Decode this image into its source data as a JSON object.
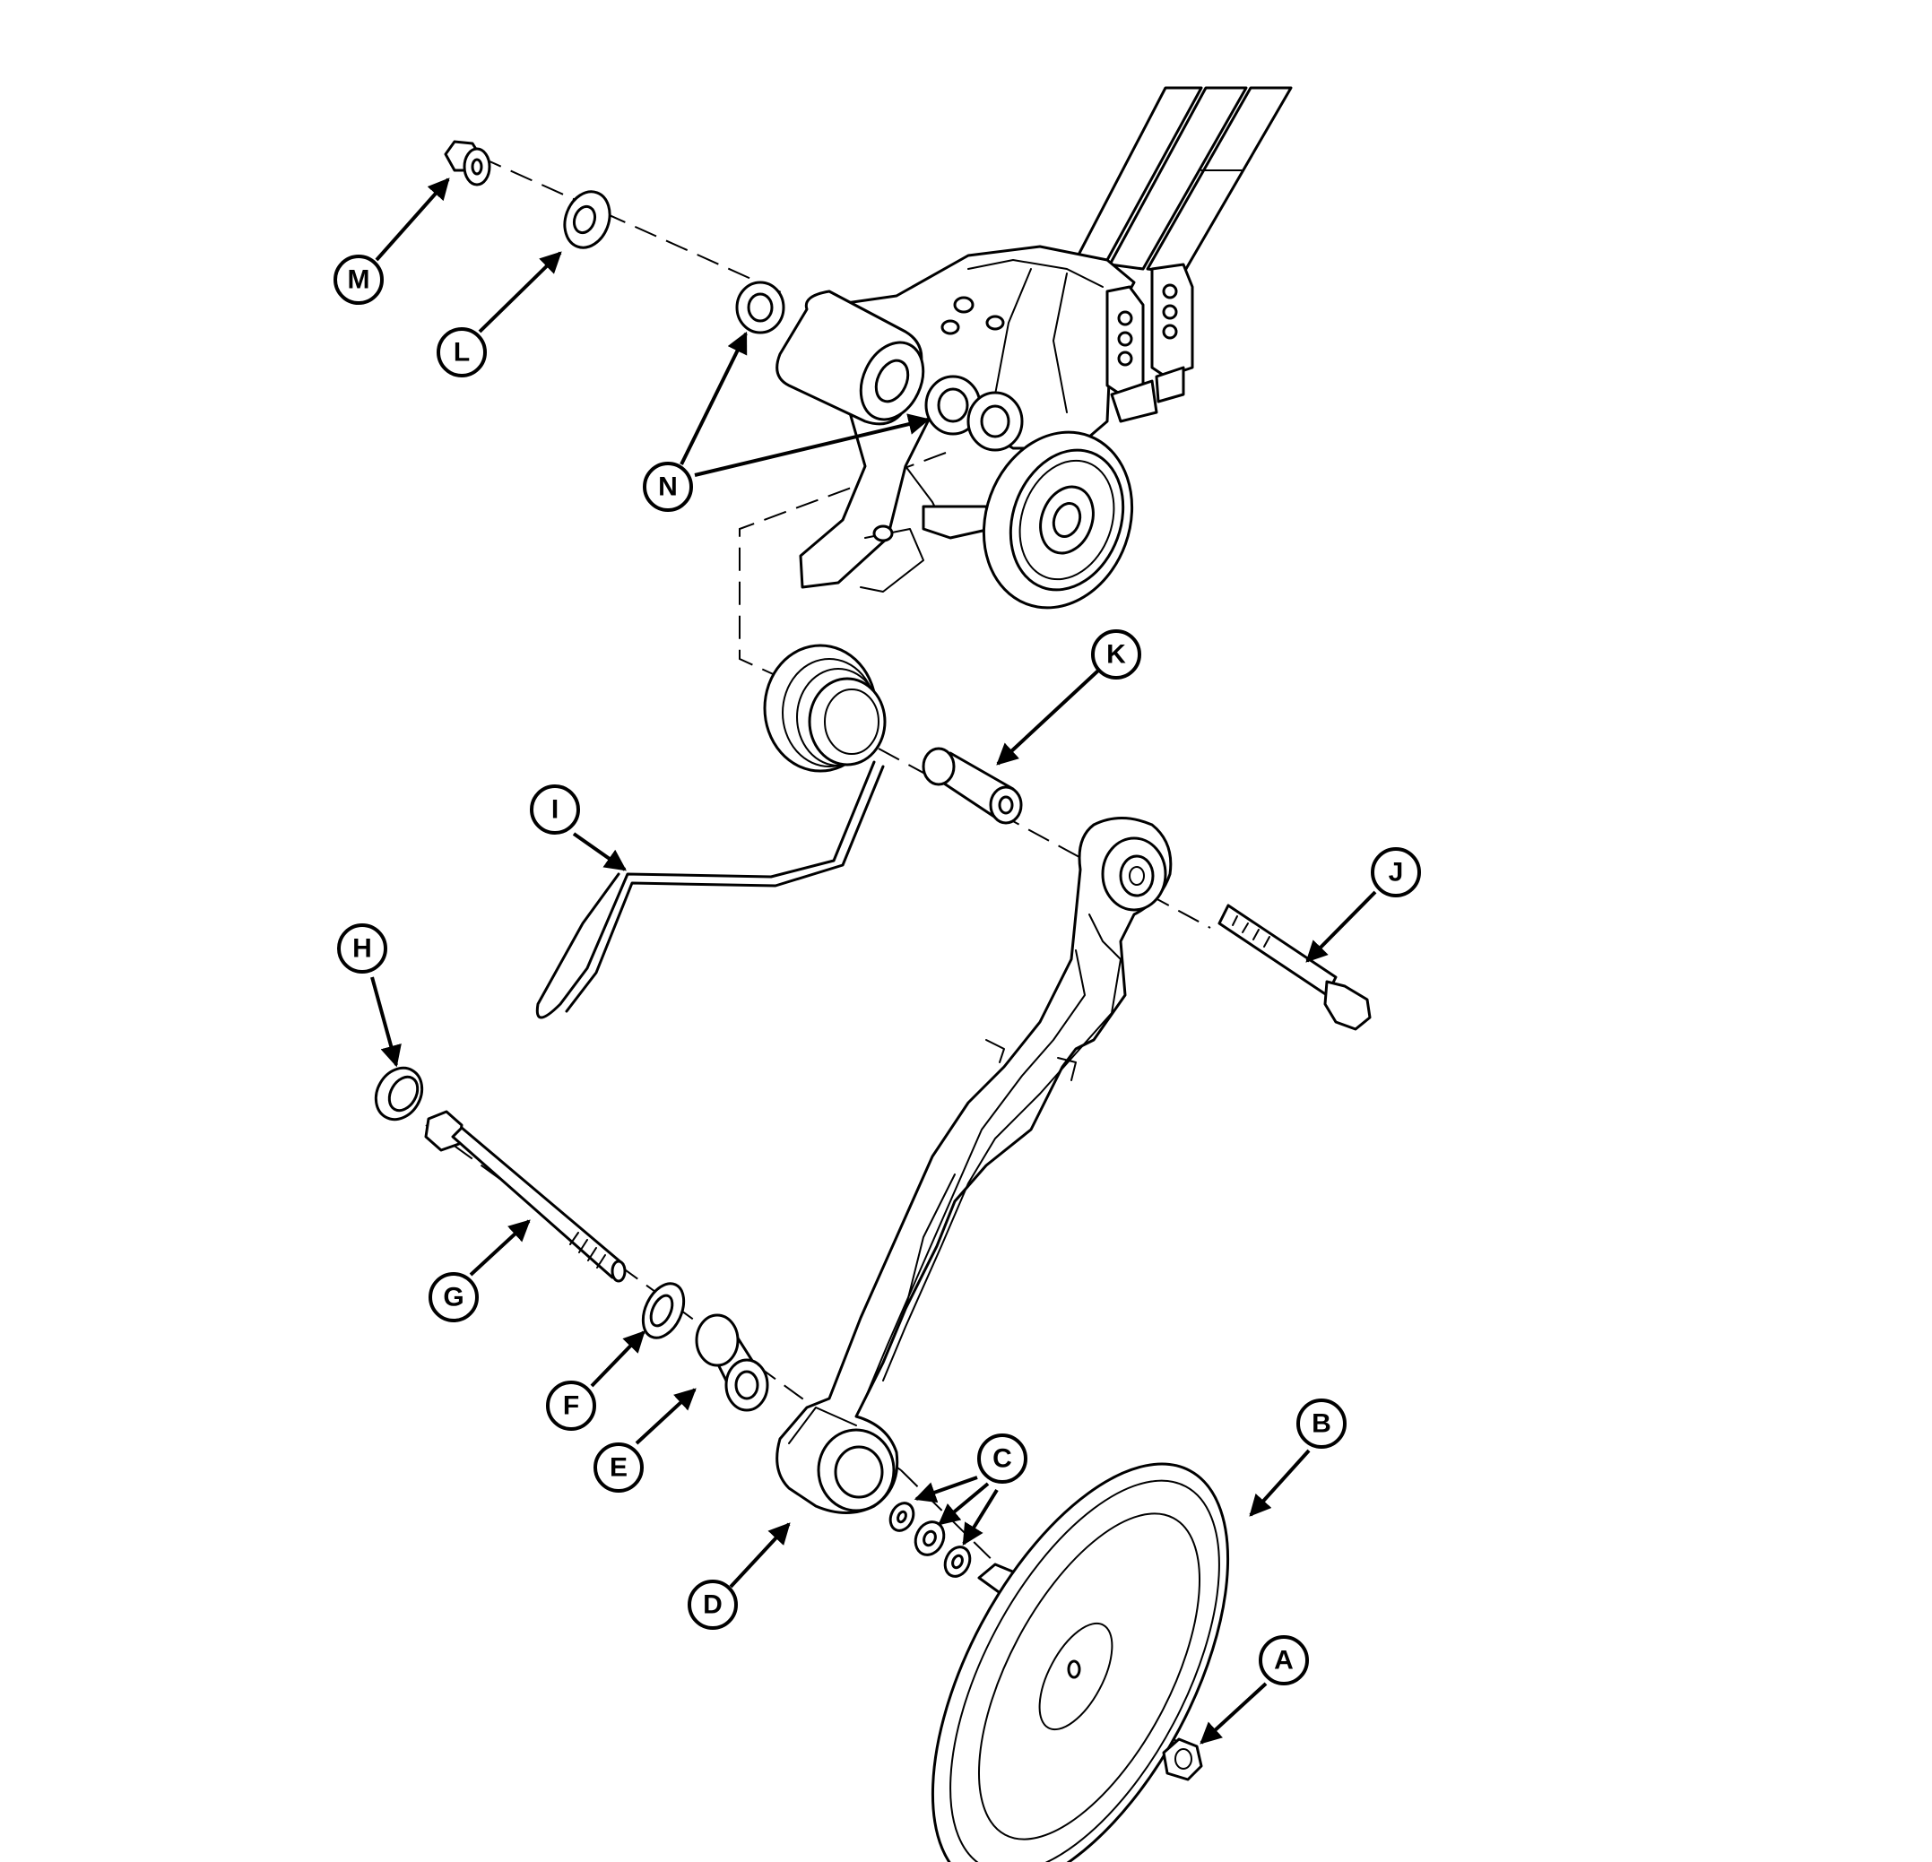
{
  "callouts": {
    "a": "A",
    "b": "B",
    "c": "C",
    "d": "D",
    "e": "E",
    "f": "F",
    "g": "G",
    "h": "H",
    "i": "I",
    "j": "J",
    "k": "K",
    "l": "L",
    "m": "M",
    "n": "N"
  },
  "colors": {
    "ink": "#000000",
    "paper": "#ffffff"
  }
}
